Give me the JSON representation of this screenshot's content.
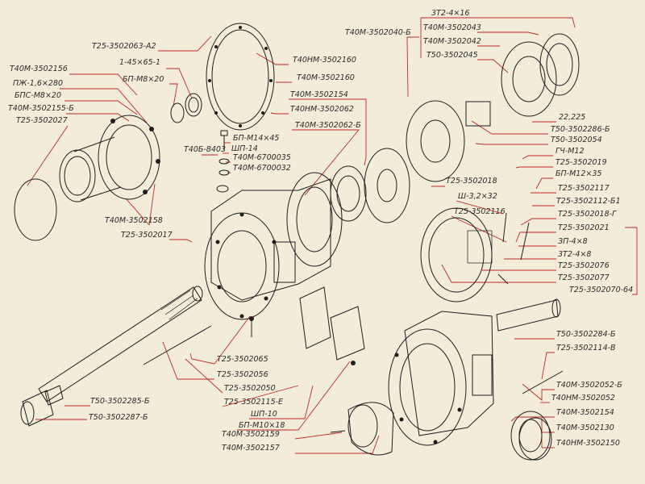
{
  "labels": [
    {
      "text": "Т25-3502063-А2"
    },
    {
      "text": "Т40М-3502156"
    },
    {
      "text": "1-45×65-1"
    },
    {
      "text": "ПЖ-1,6×280"
    },
    {
      "text": "БП-М8×20"
    },
    {
      "text": "БПС-М8×20"
    },
    {
      "text": "Т40М-3502155-Б"
    },
    {
      "text": "Т25-3502027"
    },
    {
      "text": "Т40НМ-3502160"
    },
    {
      "text": "Т40М-3502160"
    },
    {
      "text": "Т40М-3502154"
    },
    {
      "text": "Т40НМ-3502062"
    },
    {
      "text": "Т40М-3502062-Б"
    },
    {
      "text": "Т40М-3502040-Б"
    },
    {
      "text": "3Т2-4×16"
    },
    {
      "text": "Т40М-3502043"
    },
    {
      "text": "Т40М-3502042"
    },
    {
      "text": "Т50-3502045"
    },
    {
      "text": "22,225"
    },
    {
      "text": "Т50-3502286-Б"
    },
    {
      "text": "Т50-3502054"
    },
    {
      "text": "ГЧ-М12"
    },
    {
      "text": "Т25-3502019"
    },
    {
      "text": "БП-М12×35"
    },
    {
      "text": "БП-М14×45"
    },
    {
      "text": "ШП-14"
    },
    {
      "text": "Т40Б-8403"
    },
    {
      "text": "Т40М-6700035"
    },
    {
      "text": "Т40М-6700032"
    },
    {
      "text": "Т25-3502018"
    },
    {
      "text": "Т25-3502117"
    },
    {
      "text": "Ш-3,2×32"
    },
    {
      "text": "Т25-3502112-Б1"
    },
    {
      "text": "Т25-3502116"
    },
    {
      "text": "Т25-3502018-Г"
    },
    {
      "text": "Т40М-3502158"
    },
    {
      "text": "Т25-3502017"
    },
    {
      "text": "Т25-3502021"
    },
    {
      "text": "ЗП-4×8"
    },
    {
      "text": "3Т2-4×8"
    },
    {
      "text": "Т25-3502076"
    },
    {
      "text": "Т25-3502077"
    },
    {
      "text": "Т25-3502070-64"
    },
    {
      "text": "Т50-3502284-Б"
    },
    {
      "text": "Т25-3502114-В"
    },
    {
      "text": "Т25-3502065"
    },
    {
      "text": "Т25-3502056"
    },
    {
      "text": "Т25-3502050"
    },
    {
      "text": "Т25-3502115-Е"
    },
    {
      "text": "ШП-10"
    },
    {
      "text": "БП-М10×18"
    },
    {
      "text": "Т50-3502285-Б"
    },
    {
      "text": "Т50-3502287-Б"
    },
    {
      "text": "Т40М-3502159"
    },
    {
      "text": "Т40М-3502157"
    },
    {
      "text": "Т40М-3502052-Б"
    },
    {
      "text": "Т40НМ-3502052"
    },
    {
      "text": "Т40М-3502154"
    },
    {
      "text": "Т40М-3502130"
    },
    {
      "text": "Т40НМ-3502150"
    }
  ]
}
